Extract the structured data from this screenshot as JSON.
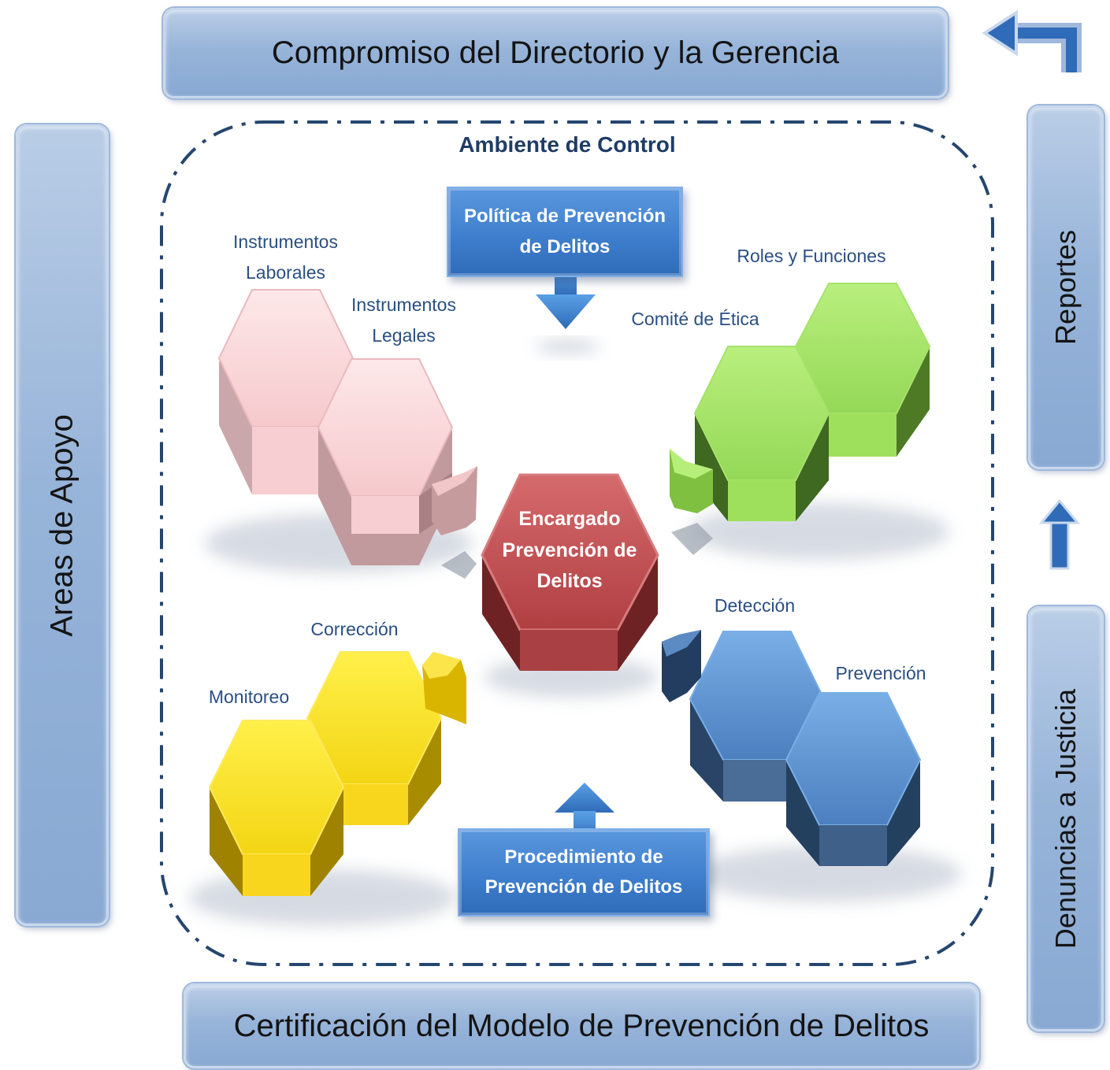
{
  "top_bar": {
    "label": "Compromiso del Directorio y la Gerencia"
  },
  "bottom_bar": {
    "label": "Certificación del Modelo de Prevención de Delitos"
  },
  "left_bar": {
    "label": "Areas de Apoyo"
  },
  "right_top_bar": {
    "label": "Reportes"
  },
  "right_bottom_bar": {
    "label": "Denuncias a Justicia"
  },
  "control": {
    "title": "Ambiente de Control"
  },
  "policy_box": {
    "line1": "Política de Prevención",
    "line2": "de Delitos"
  },
  "procedure_box": {
    "line1": "Procedimiento de",
    "line2": "Prevención de Delitos"
  },
  "center": {
    "line1": "Encargado",
    "line2": "Prevención de",
    "line3": "Delitos"
  },
  "labels": {
    "instrumentos_laborales": [
      "Instrumentos",
      "Laborales"
    ],
    "instrumentos_legales": [
      "Instrumentos",
      "Legales"
    ],
    "roles_funciones": "Roles y Funciones",
    "comite_etica": "Comité de Ética",
    "correccion": "Corrección",
    "monitoreo": "Monitoreo",
    "deteccion": "Detección",
    "prevencion": "Prevención"
  },
  "colors": {
    "pink": "#f7cfd2",
    "green": "#a6e36a",
    "yellow": "#f6de1f",
    "blue": "#4f7fb8",
    "center_red": "#b94a4d",
    "accent_blue": "#3f7fcd"
  }
}
